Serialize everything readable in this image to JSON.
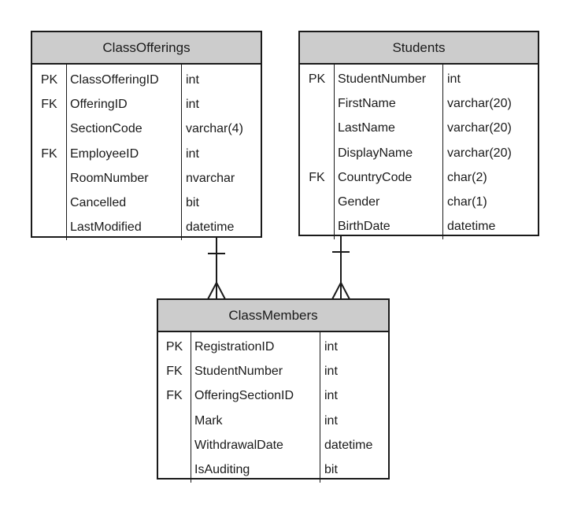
{
  "entities": {
    "class_offerings": {
      "name": "ClassOfferings",
      "rows": [
        {
          "key": "PK",
          "column": "ClassOfferingID",
          "type": "int"
        },
        {
          "key": "FK",
          "column": "OfferingID",
          "type": "int"
        },
        {
          "key": "",
          "column": "SectionCode",
          "type": "varchar(4)"
        },
        {
          "key": "FK",
          "column": "EmployeeID",
          "type": "int"
        },
        {
          "key": "",
          "column": "RoomNumber",
          "type": "nvarchar"
        },
        {
          "key": "",
          "column": "Cancelled",
          "type": "bit"
        },
        {
          "key": "",
          "column": "LastModified",
          "type": "datetime"
        }
      ]
    },
    "students": {
      "name": "Students",
      "rows": [
        {
          "key": "PK",
          "column": "StudentNumber",
          "type": "int"
        },
        {
          "key": "",
          "column": "FirstName",
          "type": "varchar(20)"
        },
        {
          "key": "",
          "column": "LastName",
          "type": "varchar(20)"
        },
        {
          "key": "",
          "column": "DisplayName",
          "type": "varchar(20)"
        },
        {
          "key": "FK",
          "column": "CountryCode",
          "type": "char(2)"
        },
        {
          "key": "",
          "column": "Gender",
          "type": "char(1)"
        },
        {
          "key": "",
          "column": "BirthDate",
          "type": "datetime"
        }
      ]
    },
    "class_members": {
      "name": "ClassMembers",
      "rows": [
        {
          "key": "PK",
          "column": "RegistrationID",
          "type": "int"
        },
        {
          "key": "FK",
          "column": "StudentNumber",
          "type": "int"
        },
        {
          "key": "FK",
          "column": "OfferingSectionID",
          "type": "int"
        },
        {
          "key": "",
          "column": "Mark",
          "type": "int"
        },
        {
          "key": "",
          "column": "WithdrawalDate",
          "type": "datetime"
        },
        {
          "key": "",
          "column": "IsAuditing",
          "type": "bit"
        }
      ]
    }
  },
  "relationships": [
    {
      "from": "ClassOfferings",
      "to": "ClassMembers",
      "from_cardinality": "one",
      "to_cardinality": "many"
    },
    {
      "from": "Students",
      "to": "ClassMembers",
      "from_cardinality": "one",
      "to_cardinality": "many"
    }
  ],
  "colors": {
    "header_fill": "#cccccc",
    "line": "#1a1a1a",
    "background": "#ffffff"
  }
}
